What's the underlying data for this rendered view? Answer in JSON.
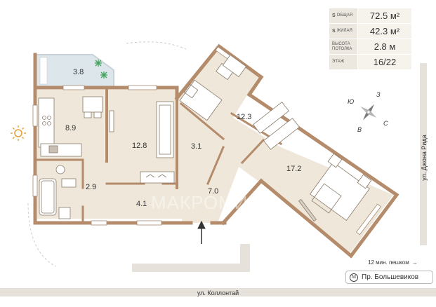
{
  "info": {
    "total_area": {
      "label_prefix": "S",
      "label": "ОБЩАЯ",
      "value": "72.5 м²"
    },
    "living_area": {
      "label_prefix": "S",
      "label": "ЖИЛАЯ",
      "value": "42.3 м²"
    },
    "ceiling_height": {
      "label": "ВЫСОТА ПОТОЛКА",
      "value": "2.8 м"
    },
    "floor": {
      "label": "ЭТАЖ",
      "value": "16/22"
    }
  },
  "rooms": {
    "balcony": "3.8",
    "kitchen": "8.9",
    "living_room": "12.8",
    "bathroom": "2.9",
    "hallway_small": "4.1",
    "closet": "3.1",
    "hall": "7.0",
    "bedroom_1": "12.3",
    "bedroom_2": "17.2"
  },
  "compass": {
    "n": "Ю",
    "e": "З",
    "s": "С",
    "w": "В"
  },
  "streets": {
    "right": "ул. Джона Рида",
    "bottom": "ул. Коллонтай"
  },
  "walk_text": "12 мин. пешком",
  "metro": {
    "icon": "metro-icon",
    "icon_glyph": "M",
    "station": "Пр. Большевиков"
  },
  "watermark": "МАКРОМИР",
  "colors": {
    "wall": "#b58c6b",
    "floor": "#efe8da",
    "balcony": "#dde6ea"
  }
}
